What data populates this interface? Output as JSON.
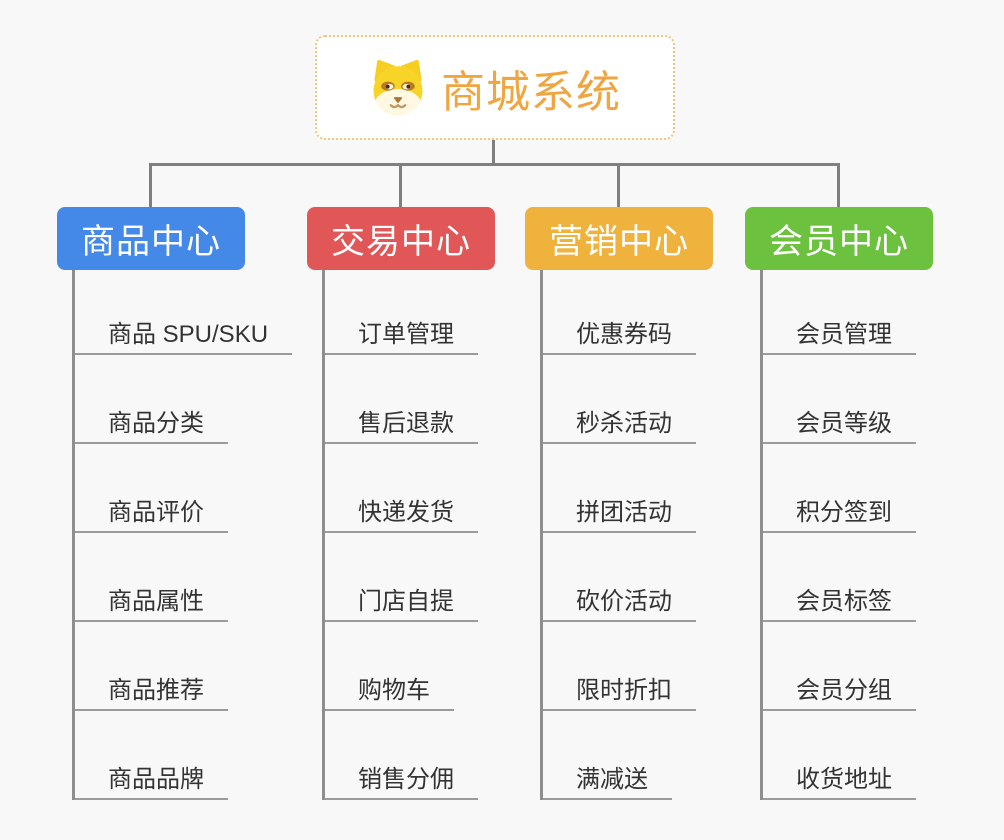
{
  "background_color": "#F8F8F8",
  "connector_color": "#7F7F7F",
  "root": {
    "title": "商城系统",
    "icon": "dog-face-icon",
    "text_color": "#F0A640",
    "border_color": "#F2C477"
  },
  "branches": [
    {
      "label": "商品中心",
      "color": "#4589E8",
      "children": [
        "商品 SPU/SKU",
        "商品分类",
        "商品评价",
        "商品属性",
        "商品推荐",
        "商品品牌"
      ]
    },
    {
      "label": "交易中心",
      "color": "#E15757",
      "children": [
        "订单管理",
        "售后退款",
        "快递发货",
        "门店自提",
        "购物车",
        "销售分佣"
      ]
    },
    {
      "label": "营销中心",
      "color": "#EFB23C",
      "children": [
        "优惠券码",
        "秒杀活动",
        "拼团活动",
        "砍价活动",
        "限时折扣",
        "满减送"
      ]
    },
    {
      "label": "会员中心",
      "color": "#6CC13F",
      "children": [
        "会员管理",
        "会员等级",
        "积分签到",
        "会员标签",
        "会员分组",
        "收货地址"
      ]
    }
  ]
}
